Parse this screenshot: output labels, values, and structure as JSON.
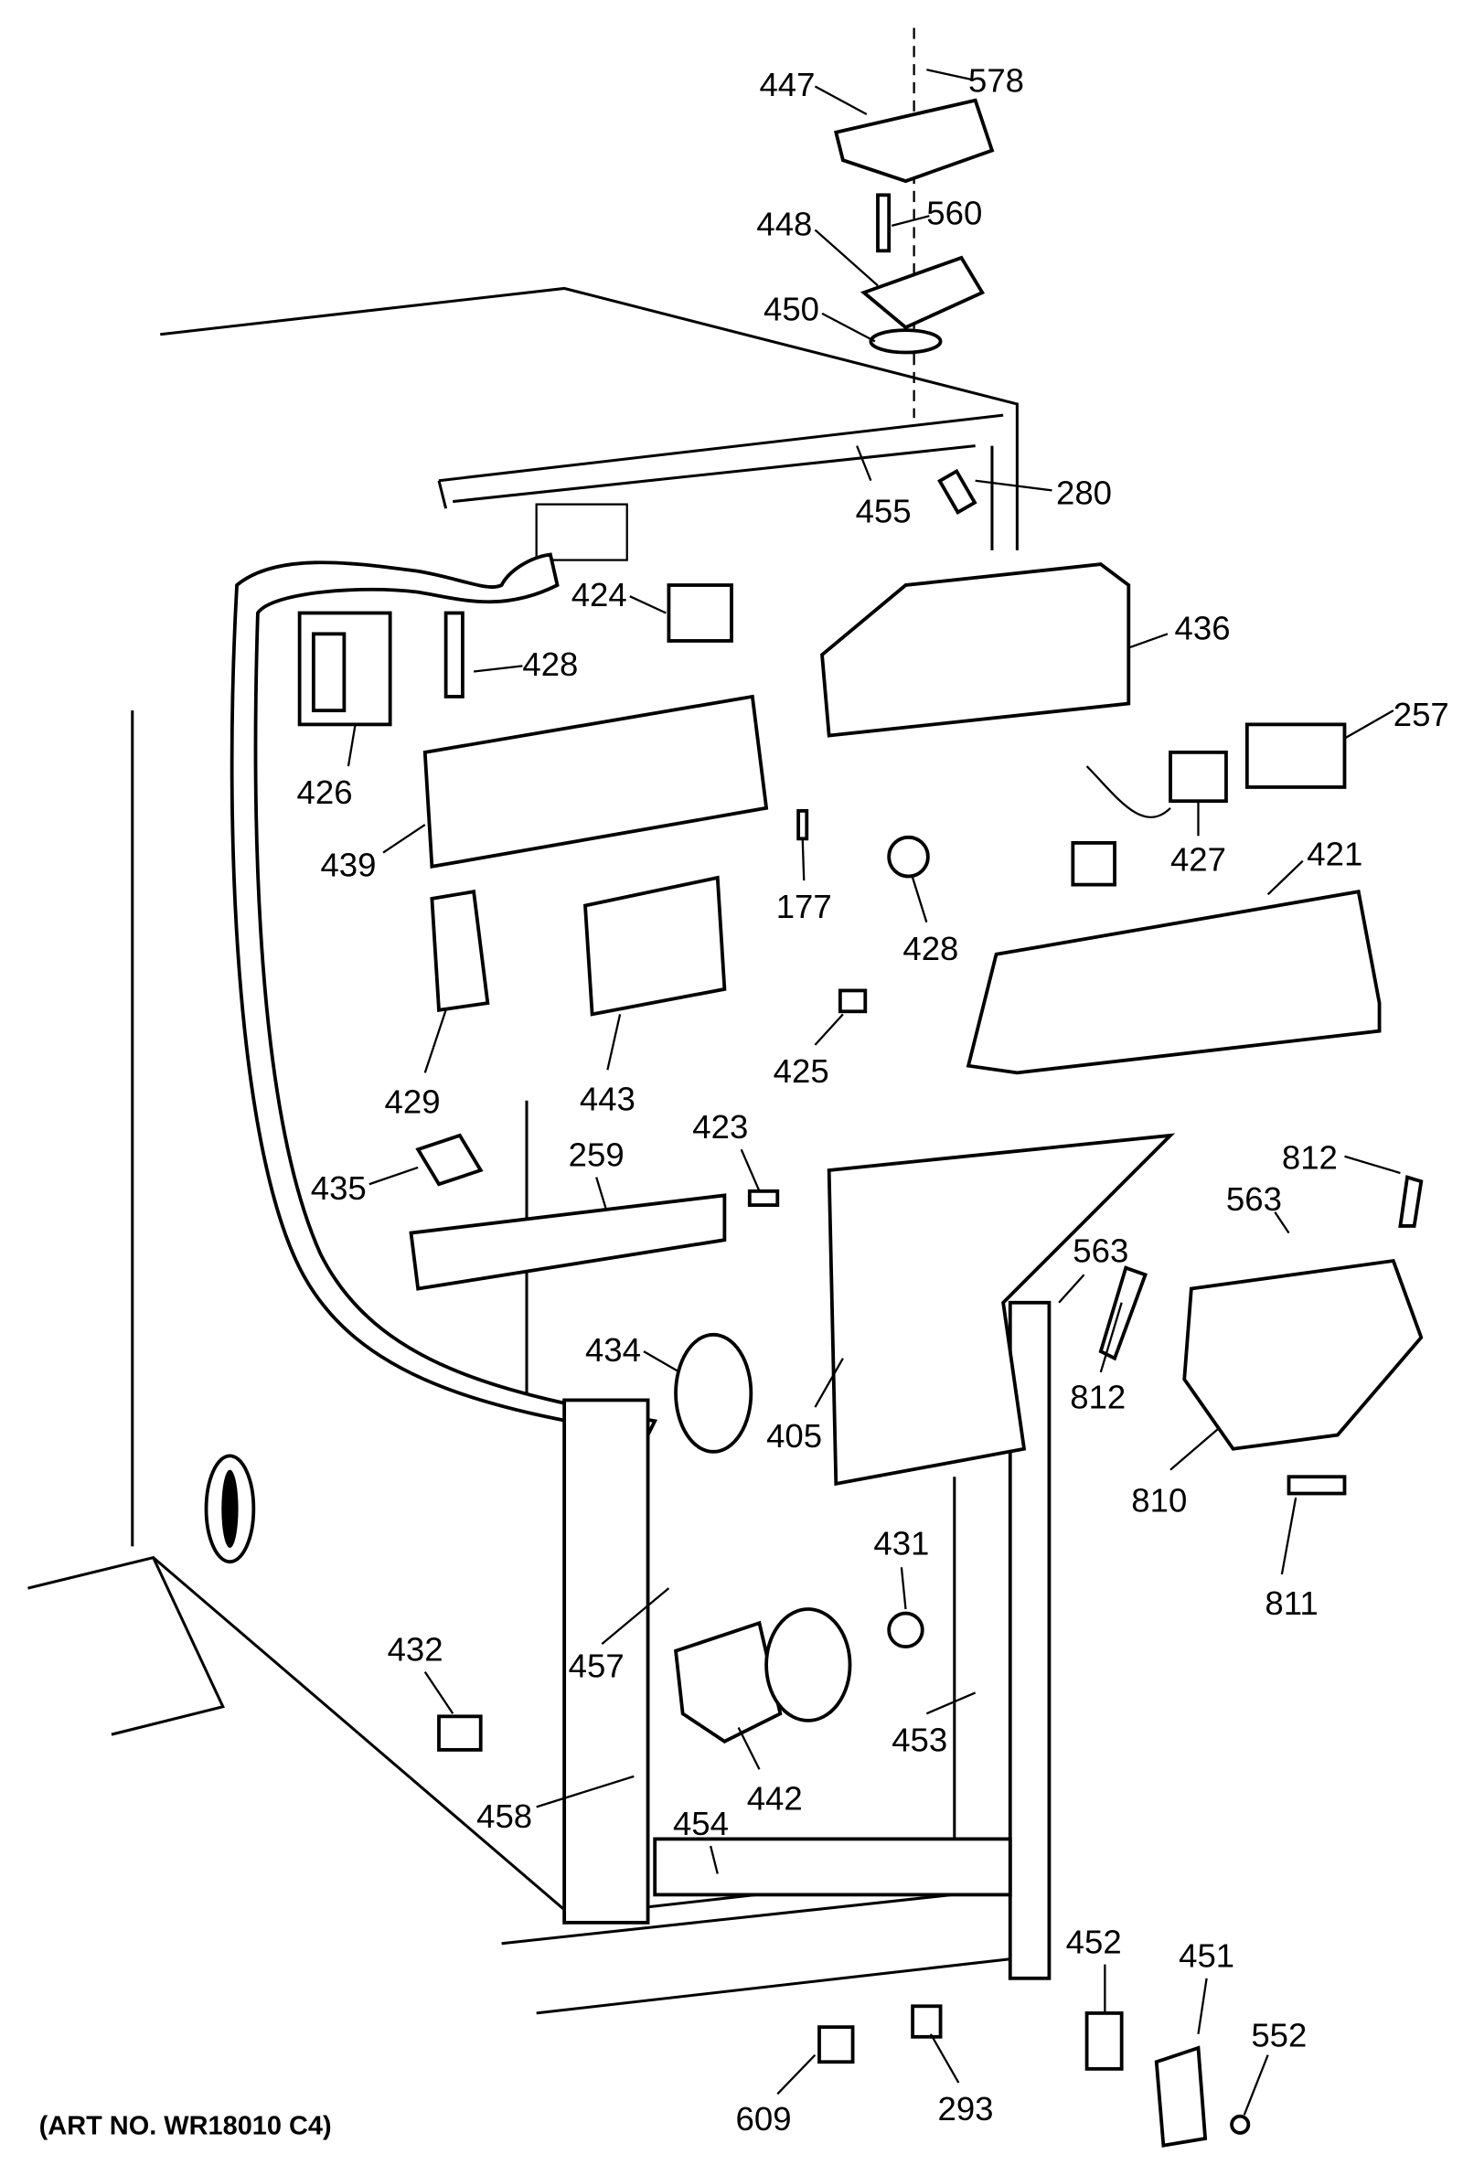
{
  "caption": "(ART NO. WR18010 C4)",
  "labels": [
    "578",
    "447",
    "560",
    "448",
    "450",
    "280",
    "455",
    "424",
    "436",
    "428",
    "426",
    "257",
    "439",
    "427",
    "177",
    "428",
    "421",
    "429",
    "443",
    "425",
    "435",
    "259",
    "423",
    "812",
    "563",
    "563",
    "434",
    "405",
    "812",
    "810",
    "811",
    "431",
    "432",
    "457",
    "453",
    "442",
    "458",
    "454",
    "452",
    "451",
    "552",
    "609",
    "293"
  ]
}
